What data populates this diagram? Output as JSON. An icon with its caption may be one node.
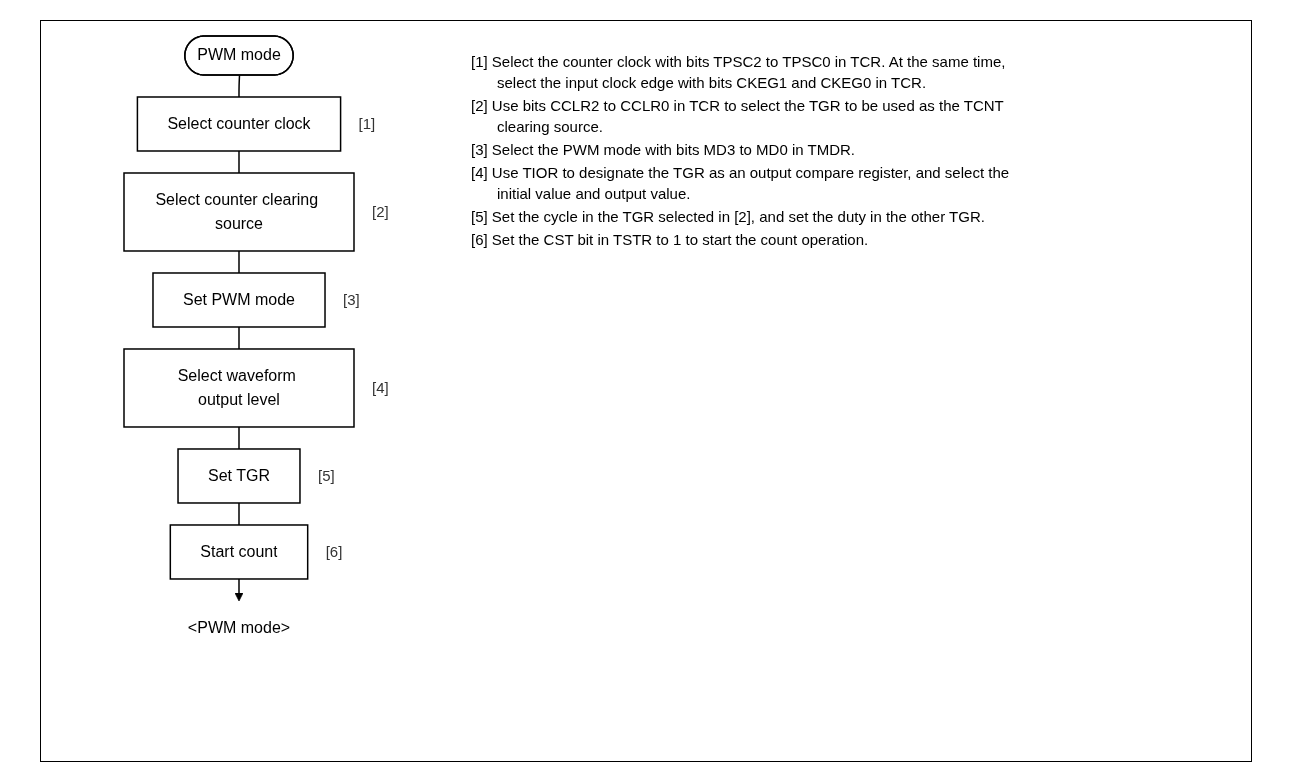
{
  "diagram": {
    "nodes": [
      {
        "text": [
          "PWM mode"
        ]
      },
      {
        "text": [
          "Select counter clock"
        ],
        "beside": [
          "[1]"
        ]
      },
      {
        "text": [
          "Select counter clearing source"
        ],
        "beside": [
          "[2]"
        ]
      },
      {
        "text": [
          "Set PWM mode"
        ],
        "beside": [
          "[3]"
        ]
      },
      {
        "text": [
          "Select waveform output level"
        ],
        "beside": [
          "[4]"
        ]
      },
      {
        "text": [
          "Set TGR"
        ],
        "beside": [
          "[5]"
        ]
      },
      {
        "text": [
          "Start count"
        ],
        "beside": [
          "[6]"
        ]
      },
      {
        "text": [
          "<PWM mode>"
        ]
      }
    ],
    "edges": [
      {
        "from": 0,
        "to": 1,
        "arrow": "none"
      },
      {
        "from": 1,
        "to": 2,
        "arrow": "none"
      },
      {
        "from": 2,
        "to": 3,
        "arrow": "none"
      },
      {
        "from": 3,
        "to": 4,
        "arrow": "none"
      },
      {
        "from": 4,
        "to": 5,
        "arrow": "none"
      },
      {
        "from": 5,
        "to": 6,
        "arrow": "none"
      },
      {
        "from": 6,
        "to": 7,
        "arrow": "to"
      }
    ],
    "labels": [
      "[1] Select the counter clock with bits TPSC2 to TPSC0 in TCR. At the same time, select the input clock edge with bits CKEG1 and CKEG0 in TCR.",
      "[2] Use bits CCLR2 to CCLR0 in TCR to select the TGR to be used as the TCNT clearing source.",
      "[3] Select the PWM mode with bits MD3 to MD0 in TMDR.",
      "[4] Use TIOR to designate the TGR as an output compare register, and select the initial value and output value.",
      "[5] Set the cycle in the TGR selected in [2], and set the duty in the other TGR.",
      "[6] Set the CST bit in TSTR to 1 to start the count operation."
    ]
  }
}
